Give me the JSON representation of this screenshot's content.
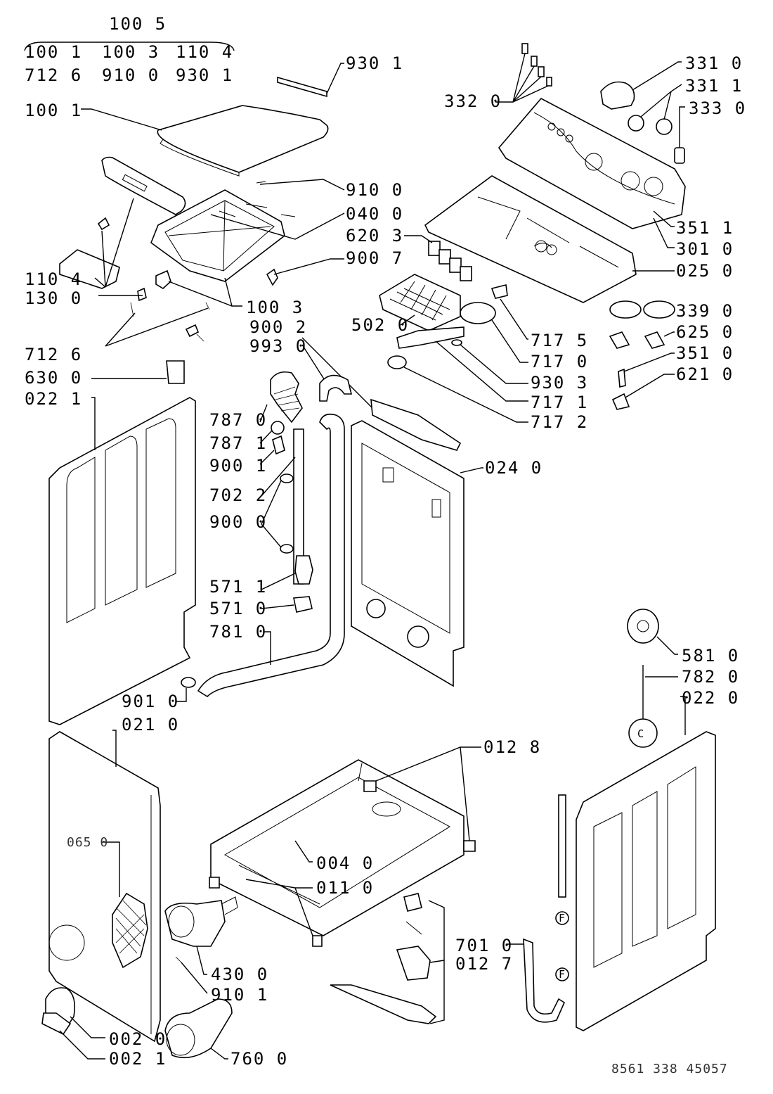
{
  "header": {
    "group_label": "100 5",
    "group_row1": [
      "100 1",
      "100 3",
      "110 4"
    ],
    "group_row2": [
      "712 6",
      "910 0",
      "930 1"
    ]
  },
  "labels": {
    "l_930_1_top": "930 1",
    "l_100_1": "100 1",
    "l_332_0": "332 0",
    "l_331_0": "331 0",
    "l_331_1": "331 1",
    "l_333_0": "333 0",
    "l_910_0": "910 0",
    "l_040_0": "040 0",
    "l_620_3": "620 3",
    "l_900_7": "900 7",
    "l_351_1": "351 1",
    "l_301_0": "301 0",
    "l_025_0": "025 0",
    "l_110_4": "110 4",
    "l_130_0": "130 0",
    "l_100_3": "100 3",
    "l_900_2": "900 2",
    "l_993_0": "993 0",
    "l_502_0": "502 0",
    "l_339_0": "339 0",
    "l_717_5": "717 5",
    "l_625_0": "625 0",
    "l_717_0": "717 0",
    "l_351_0": "351 0",
    "l_712_6": "712 6",
    "l_930_3": "930 3",
    "l_630_0": "630 0",
    "l_621_0": "621 0",
    "l_022_1": "022 1",
    "l_717_1": "717 1",
    "l_717_2": "717 2",
    "l_787_0": "787 0",
    "l_787_1": "787 1",
    "l_900_1": "900 1",
    "l_024_0": "024 0",
    "l_702_2": "702 2",
    "l_900_0": "900 0",
    "l_571_1": "571 1",
    "l_571_0": "571 0",
    "l_781_0": "781 0",
    "l_581_0": "581 0",
    "l_782_0": "782 0",
    "l_901_0": "901 0",
    "l_022_0": "022 0",
    "l_021_0": "021 0",
    "l_012_8": "012 8",
    "l_065_0": "065 0",
    "l_004_0": "004 0",
    "l_011_0": "011 0",
    "l_701_0": "701 0",
    "l_012_7": "012 7",
    "l_430_0": "430 0",
    "l_910_1": "910 1",
    "l_002_0": "002 0",
    "l_002_1": "002 1",
    "l_760_0": "760 0"
  },
  "drawing_code": "8561 338 45057",
  "marks": {
    "circle_c": "C",
    "circle_f1": "F",
    "circle_f2": "F"
  }
}
